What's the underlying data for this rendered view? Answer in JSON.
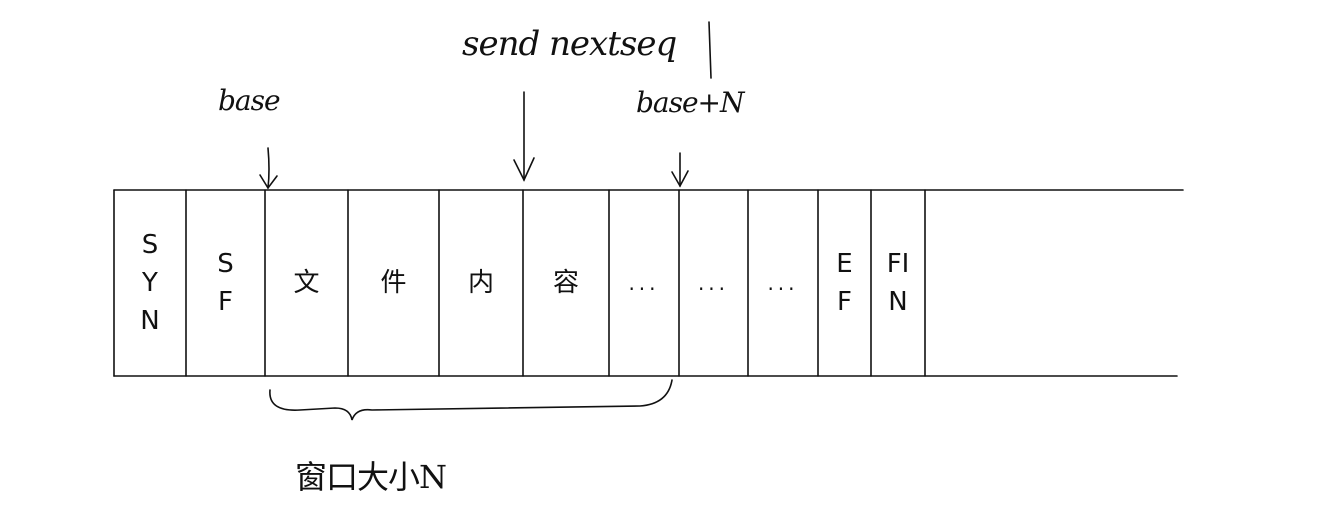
{
  "labels": {
    "send_next_seq": "send nextseq",
    "base": "base",
    "base_plus_n": "base+N",
    "window_size": "窗口大小N"
  },
  "cells": [
    {
      "label": "SYN"
    },
    {
      "label": "SF"
    },
    {
      "label": "文"
    },
    {
      "label": "件"
    },
    {
      "label": "内"
    },
    {
      "label": "容"
    },
    {
      "label": "..."
    },
    {
      "label": "..."
    },
    {
      "label": "..."
    },
    {
      "label": "EF"
    },
    {
      "label": "FIN"
    }
  ]
}
